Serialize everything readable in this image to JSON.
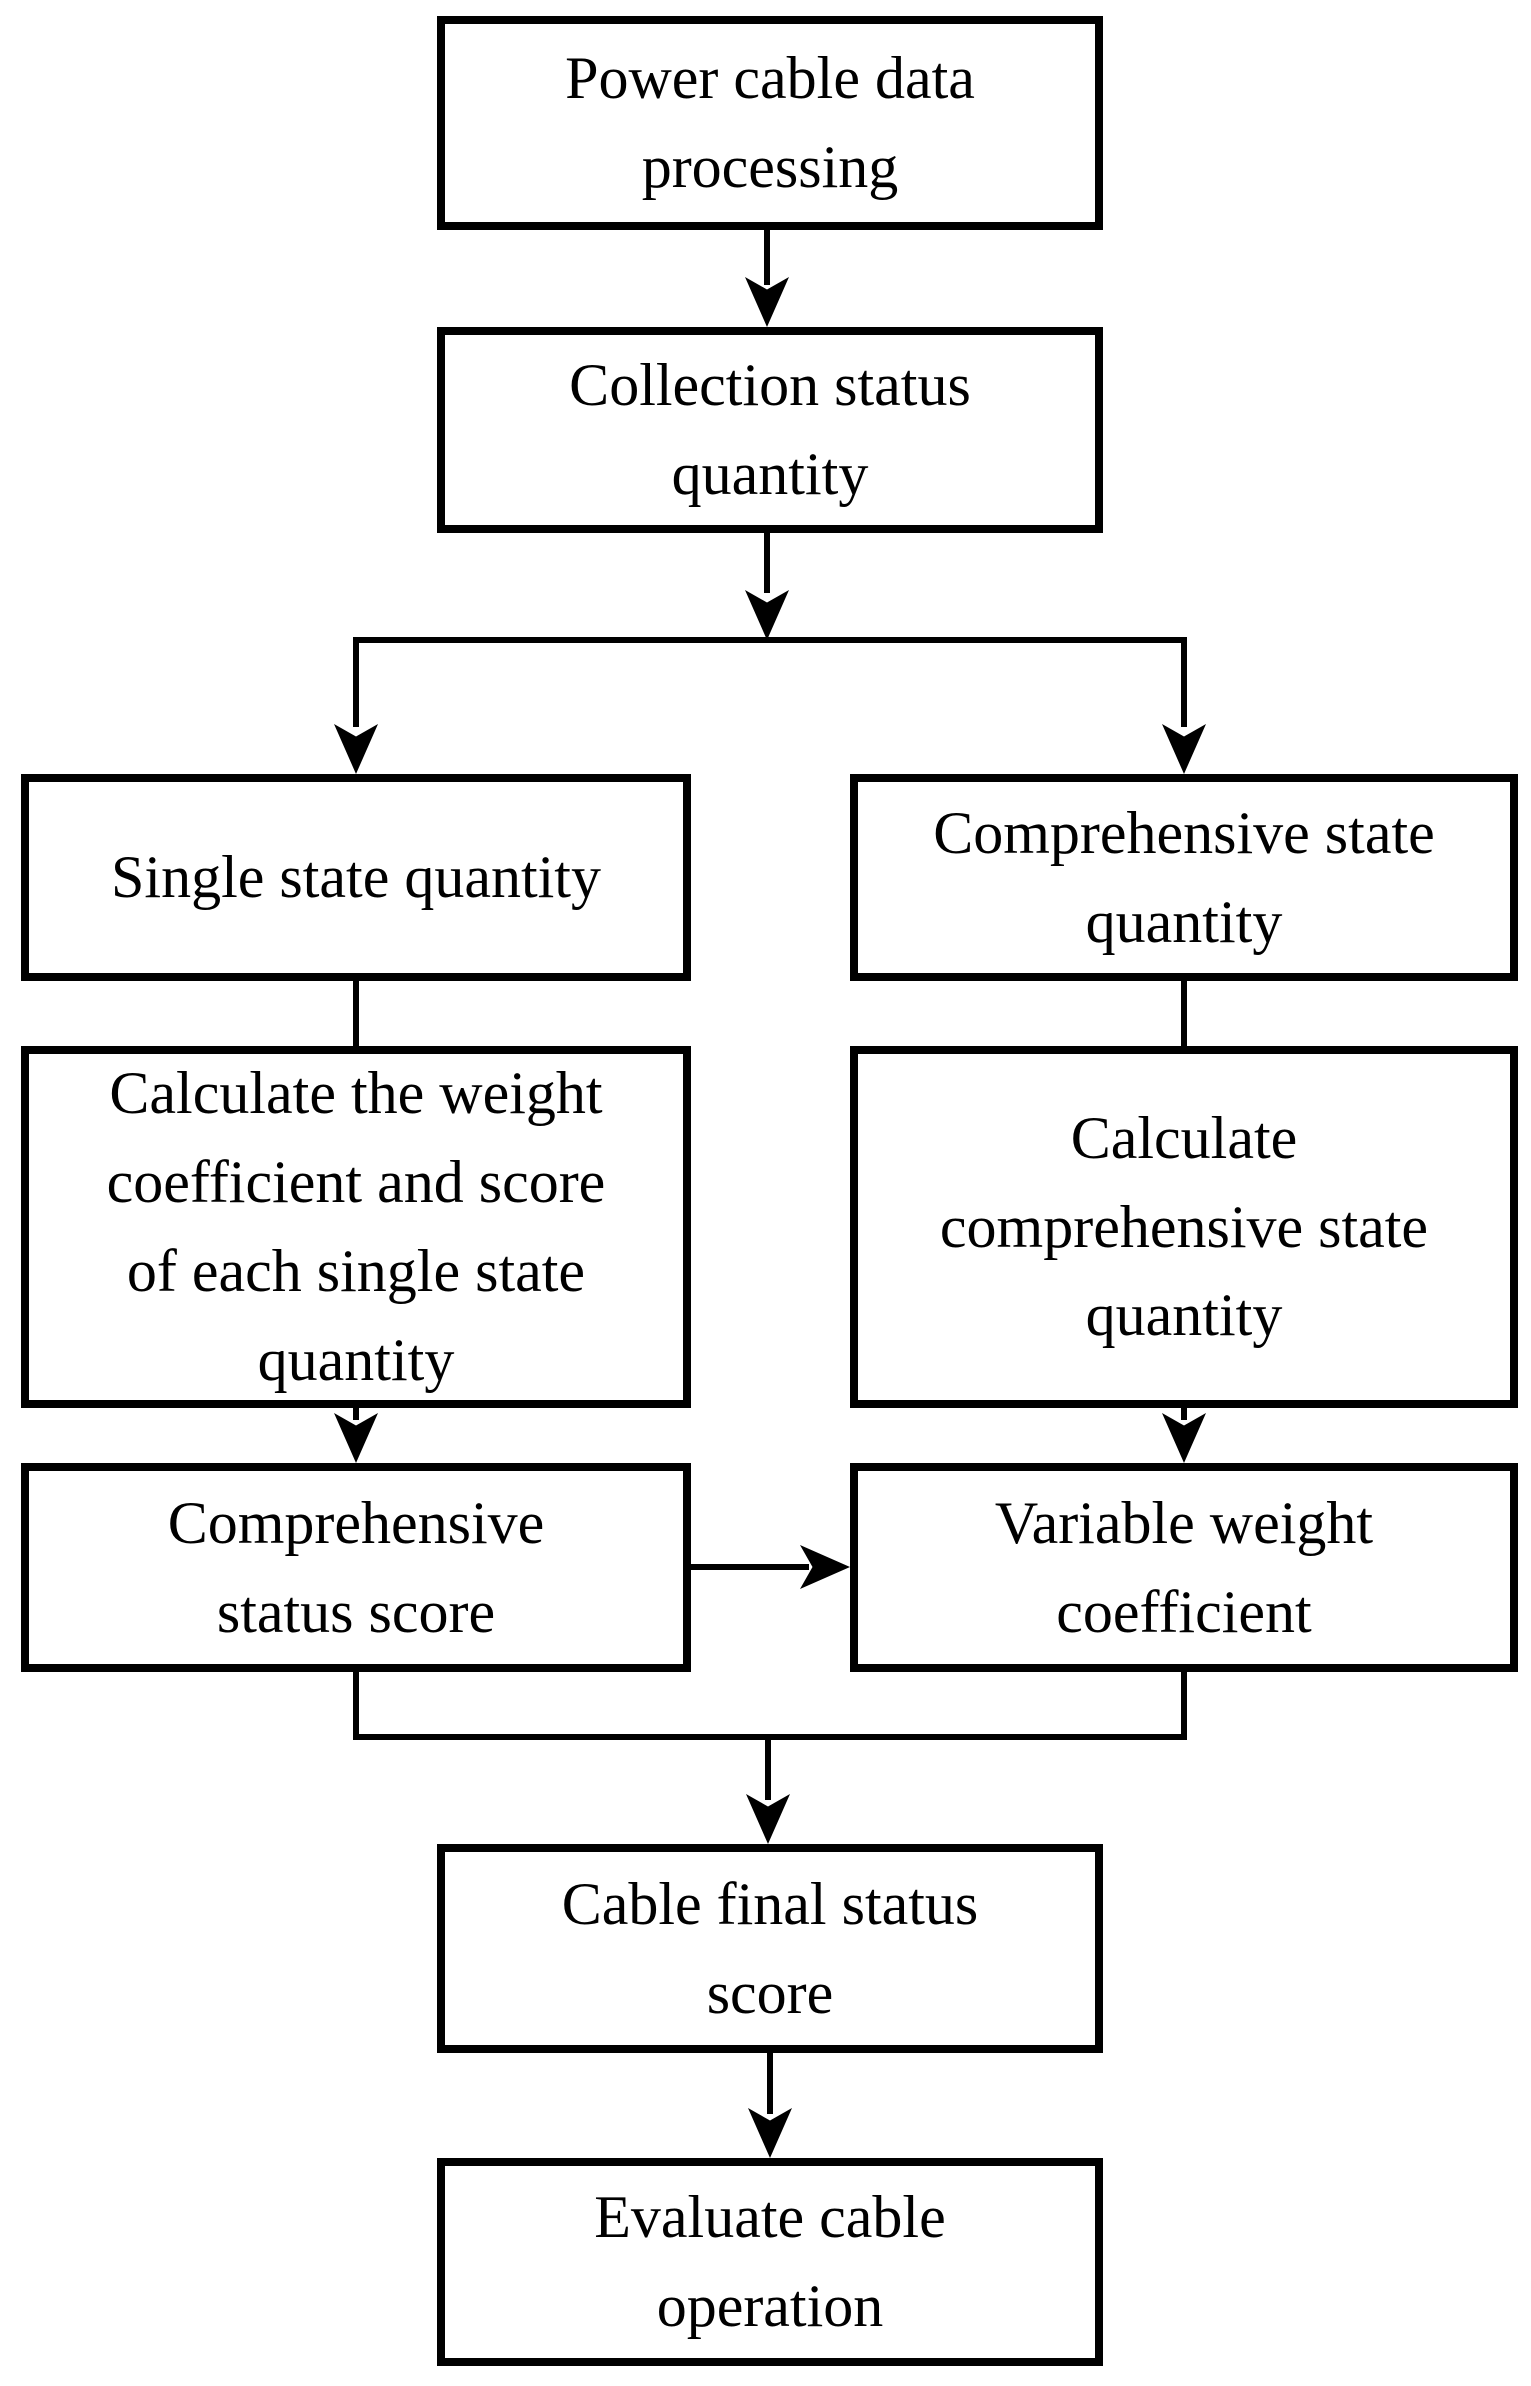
{
  "diagram": {
    "type": "flowchart",
    "background_color": "#ffffff",
    "line_color": "#000000",
    "text_color": "#000000",
    "nodes": {
      "data_processing": {
        "label": "Power cable data\nprocessing"
      },
      "collection_status": {
        "label": "Collection status\nquantity"
      },
      "single_state": {
        "label": "Single state quantity"
      },
      "comprehensive_state": {
        "label": "Comprehensive state\nquantity"
      },
      "calc_single_weight": {
        "label": "Calculate the weight\ncoefficient and score\nof each single state\nquantity"
      },
      "calc_comprehensive": {
        "label": "Calculate\ncomprehensive state\nquantity"
      },
      "comprehensive_score": {
        "label": "Comprehensive\nstatus score"
      },
      "variable_weight": {
        "label": "Variable weight\ncoefficient"
      },
      "final_score": {
        "label": "Cable final status\nscore"
      },
      "evaluate": {
        "label": "Evaluate cable\noperation"
      }
    },
    "edges": [
      {
        "from": "data_processing",
        "to": "collection_status",
        "style": "arrow"
      },
      {
        "from": "collection_status",
        "to": "branch_split",
        "style": "arrow"
      },
      {
        "from": "branch_split",
        "to": "single_state",
        "style": "arrow"
      },
      {
        "from": "branch_split",
        "to": "comprehensive_state",
        "style": "arrow"
      },
      {
        "from": "single_state",
        "to": "calc_single_weight",
        "style": "line"
      },
      {
        "from": "comprehensive_state",
        "to": "calc_comprehensive",
        "style": "line"
      },
      {
        "from": "calc_single_weight",
        "to": "comprehensive_score",
        "style": "arrow"
      },
      {
        "from": "calc_comprehensive",
        "to": "variable_weight",
        "style": "arrow"
      },
      {
        "from": "comprehensive_score",
        "to": "variable_weight",
        "style": "arrow"
      },
      {
        "from": "comprehensive_score",
        "to": "merge_join",
        "style": "line"
      },
      {
        "from": "variable_weight",
        "to": "merge_join",
        "style": "line"
      },
      {
        "from": "merge_join",
        "to": "final_score",
        "style": "arrow"
      },
      {
        "from": "final_score",
        "to": "evaluate",
        "style": "arrow"
      }
    ]
  }
}
